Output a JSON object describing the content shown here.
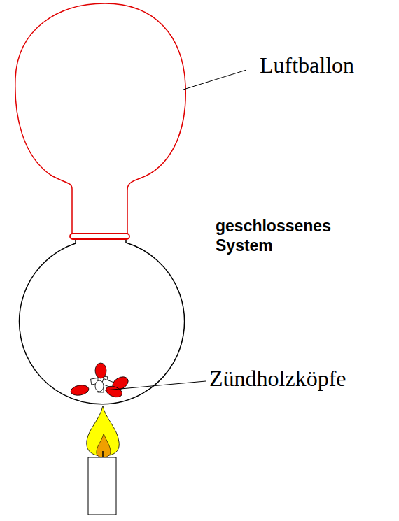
{
  "diagram": {
    "labels": [
      "Luftballon",
      "geschlossenes System",
      "Zündholzköpfe"
    ]
  }
}
